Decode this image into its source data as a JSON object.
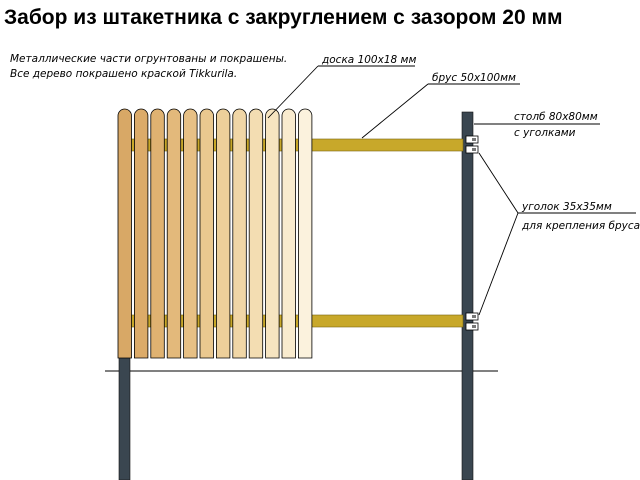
{
  "title": "Забор из штакетника с закруглением  с зазором 20 мм",
  "notes": [
    "Металлические части огрунтованы и покрашены.",
    "Все дерево покрашено краской Tikkurila."
  ],
  "labels": {
    "board": "доска 100х18 мм",
    "beam": "брус 50х100мм",
    "post_line1": "столб 80х80мм",
    "post_line2": "с уголками",
    "angle_line1": "уголок 35х35мм",
    "angle_line2": "для крепления бруса"
  },
  "colors": {
    "beam": "#c8a82a",
    "post": "#3a4650",
    "picket_gradient": [
      "#d8a866",
      "#dcab69",
      "#dfb271",
      "#e3b97b",
      "#e7c085",
      "#eac88f",
      "#edcf9a",
      "#f0d6a6",
      "#f3ddb2",
      "#f6e4c0",
      "#f9ebce",
      "#fbf2dd"
    ]
  }
}
